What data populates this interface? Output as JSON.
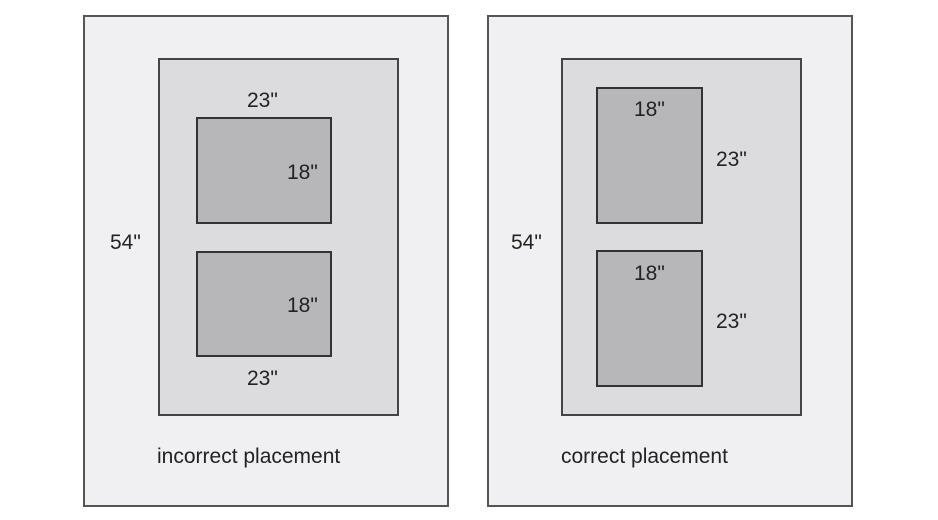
{
  "incorrect": {
    "outer_label": "54\"",
    "top_label": "23\"",
    "box1_label": "18\"",
    "box2_label": "18\"",
    "bottom_label": "23\"",
    "caption": "incorrect placement"
  },
  "correct": {
    "outer_label": "54\"",
    "box1_top_label": "18\"",
    "box1_side_label": "23\"",
    "box2_top_label": "18\"",
    "box2_side_label": "23\"",
    "caption": "correct placement"
  },
  "colors": {
    "wall": "#f0f0f2",
    "mat": "#dcdcde",
    "frame": "#b7b7b9",
    "border": "#444444"
  }
}
